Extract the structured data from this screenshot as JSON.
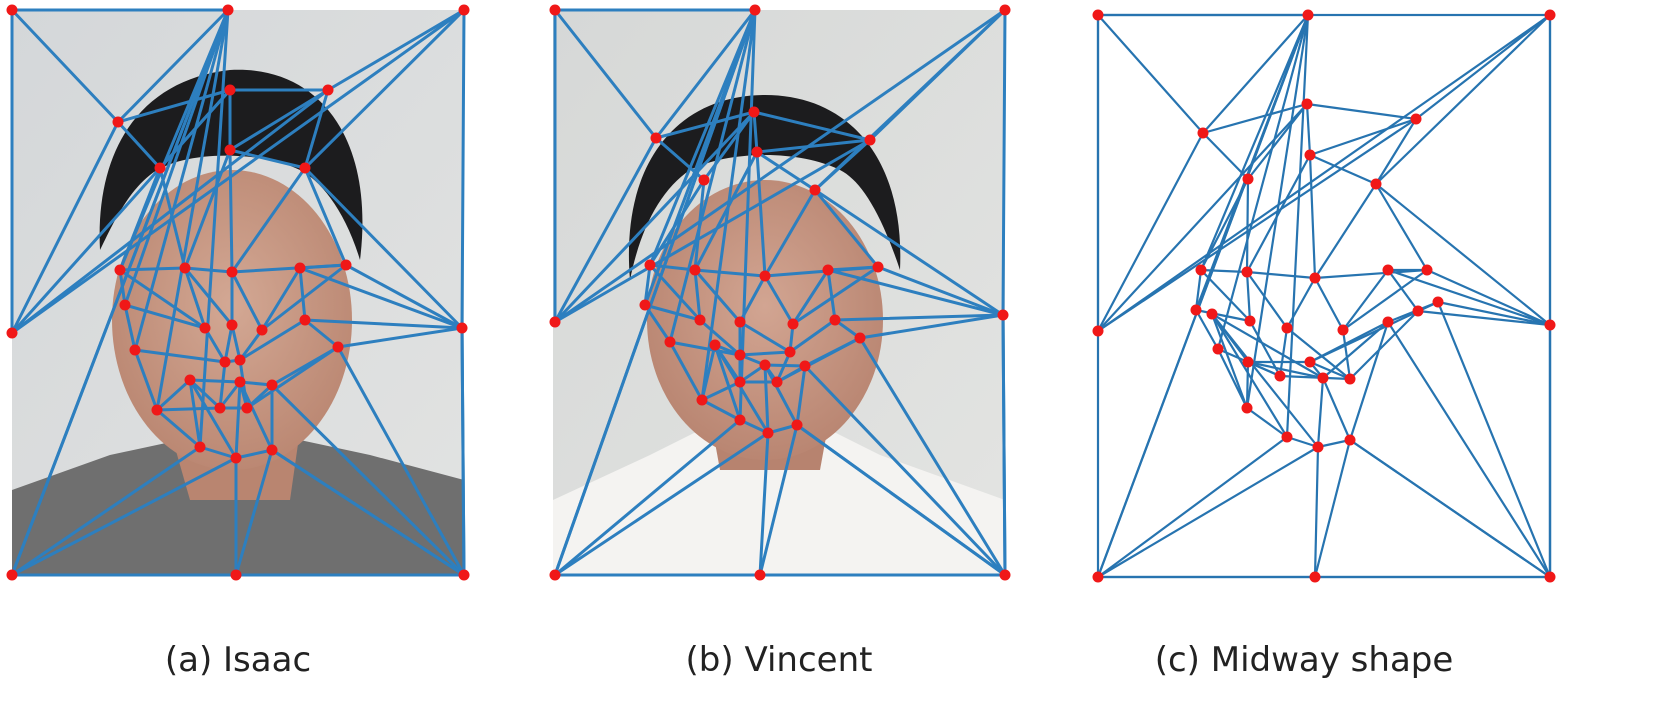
{
  "figure": {
    "panels": [
      {
        "caption": "(a) Isaac",
        "kind": "photo",
        "shirt": "#6f6f6f"
      },
      {
        "caption": "(b) Vincent",
        "kind": "photo",
        "shirt": "#f4f3f1"
      },
      {
        "caption": "(c) Midway shape",
        "kind": "mesh"
      }
    ]
  },
  "colors": {
    "mesh_edge": "#2d7fbf",
    "landmark": "#f01818",
    "wall": "#d9dadb",
    "hair": "#1c1c1e",
    "skin": "#c89a86"
  }
}
